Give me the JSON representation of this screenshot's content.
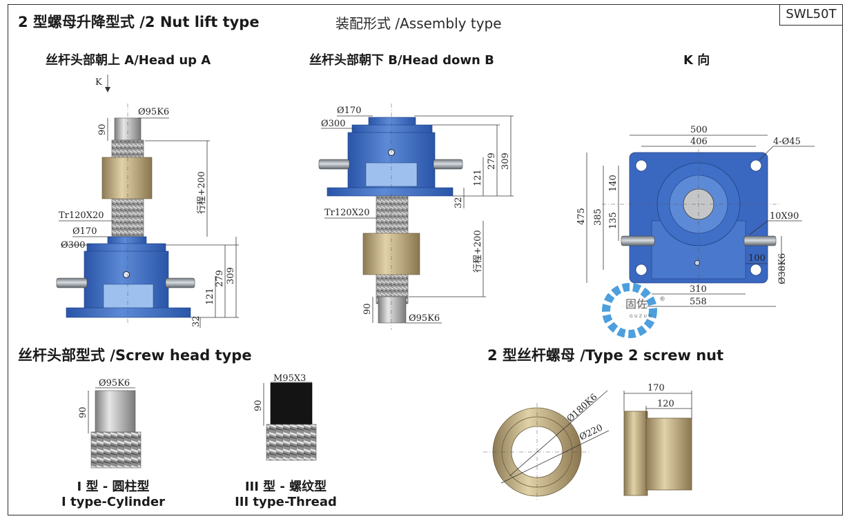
{
  "header": {
    "title": "2 型螺母升降型式 /2 Nut lift type",
    "assembly": "装配形式 /Assembly type",
    "model": "SWL50T"
  },
  "views": {
    "head_up": "丝杆头部朝上 A/Head up A",
    "head_down": "丝杆头部朝下 B/Head down B",
    "k_view": "K 向",
    "k_arrow": "K"
  },
  "sections": {
    "screw_head": "丝杆头部型式 /Screw head type",
    "screw_nut": "2 型丝杆螺母 /Type 2 screw nut"
  },
  "head_types": {
    "type1_cn": "I 型 - 圆柱型",
    "type1_en": "I type-Cylinder",
    "type3_cn": "III 型 - 螺纹型",
    "type3_en": "III type-Thread"
  },
  "dims": {
    "d95k6": "Ø95K6",
    "d170": "Ø170",
    "d300": "Ø300",
    "tr": "Tr120X20",
    "stroke": "行程+200",
    "d90": "90",
    "d121": "121",
    "d279": "279",
    "d309": "309",
    "d32": "32",
    "w500": "500",
    "w406": "406",
    "holes": "4-Ø45",
    "h475": "475",
    "h385": "385",
    "h140": "140",
    "h135": "135",
    "key": "10X90",
    "w100": "100",
    "shaft": "Ø38K6",
    "w310": "310",
    "w558": "558",
    "m95": "M95X3",
    "n170": "170",
    "n120": "120",
    "n180": "Ø180K6",
    "n220": "Ø220"
  },
  "watermark": {
    "brand_cn": "固佐",
    "brand_en": "GUZUO",
    "reg": "®"
  },
  "colors": {
    "blue": "#3a68c0",
    "blue_light": "#8fb3e6",
    "bronze": "#b8a278",
    "steel": "#9a9a9a",
    "gear": "#2f8fd8"
  }
}
